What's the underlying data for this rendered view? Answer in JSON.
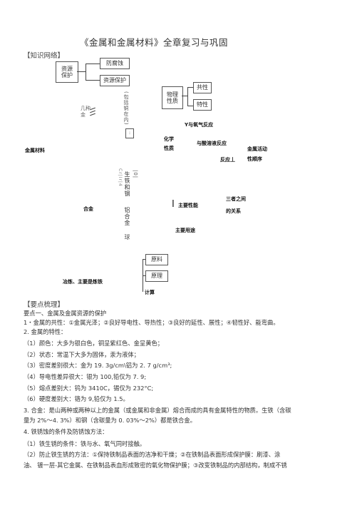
{
  "title": "《金属和金属材料》全章复习与巩固",
  "knowledge_net": {
    "header": "【知识网络】",
    "resource_box": "资源\n保护",
    "anti_rust_box": "防腐蚀",
    "resource_protect_box": "资源保护",
    "property_box": "物理\n性质",
    "common_box": "共性",
    "special_box": "特性",
    "left_small_label": "几种\n金",
    "vertical_labels_1": "(包括铜在内)",
    "oxygen_reaction": "Y与氧气反应",
    "chemical_property": "化学\n性质",
    "salt_reaction": "与酸溶液反应",
    "metal_material": "金属材料",
    "reaction_label": "反应丄",
    "activity_order": "金属活动\n性顺序",
    "vertical_labels_2": "生铁和钢",
    "vertical_labels_3": "铝合金",
    "vertical_labels_4": "球",
    "main_property": "主要性能",
    "three_relation": "三者之间\n的关系",
    "alloy": "合金",
    "main_use": "主要用途",
    "raw_material_box": "原料",
    "principle_box": "原理",
    "smelting": "冶炼、主要是炼铁",
    "calculation": "计算"
  },
  "key_points": {
    "header": "【要点梳理】",
    "point1_title": "要点一、金属及金属资源的保护",
    "lines": [
      "1・金属的共性：①金属光泽；②良好导电性、导热性；③良好的延性、展性；④韧性好、能弯曲。",
      "2. 金属的特性：",
      "（1）颜色：大多为银白色，铜呈紫红色、金呈黄色；",
      "（2）状态：常温下大多为固体，汞为液体；",
      "（3）密度差别很大：金为 19. 3g/cm\\铝为 2. 7 g/cm³;",
      "（4）导电性差异很大：银为 100,铅仅为 7. 9;",
      "（5）熔点差别大：钨为 3410C，锡仅为 232°C;",
      "（6）硬度差别大：铬为 9,铅仅为 1.5。",
      "3. 合金：是山两种或两种以上的金属（或金属和非金属）熔合而成的具有金属特性的物质。生铁（含碳",
      "量为 2%～4. 3%）和钢（含碳量为 0. 03%～2%）都是铁合金。",
      "4. 铁锈蚀的条件及防锈蚀方法：",
      "（1）铁生锈的条件：铁与水、氧气同时接触。",
      "（2）防止铁生锈的方法：①保持铁制品表面的洁净和干燥；②在铁制品表面形成保护膜：刷漆、涂",
      "油、  镀一层-其它金属、在铁制品表血形成致密的氧化物保护膜；③改变铁制品的内部结构，制成不锈"
    ]
  }
}
